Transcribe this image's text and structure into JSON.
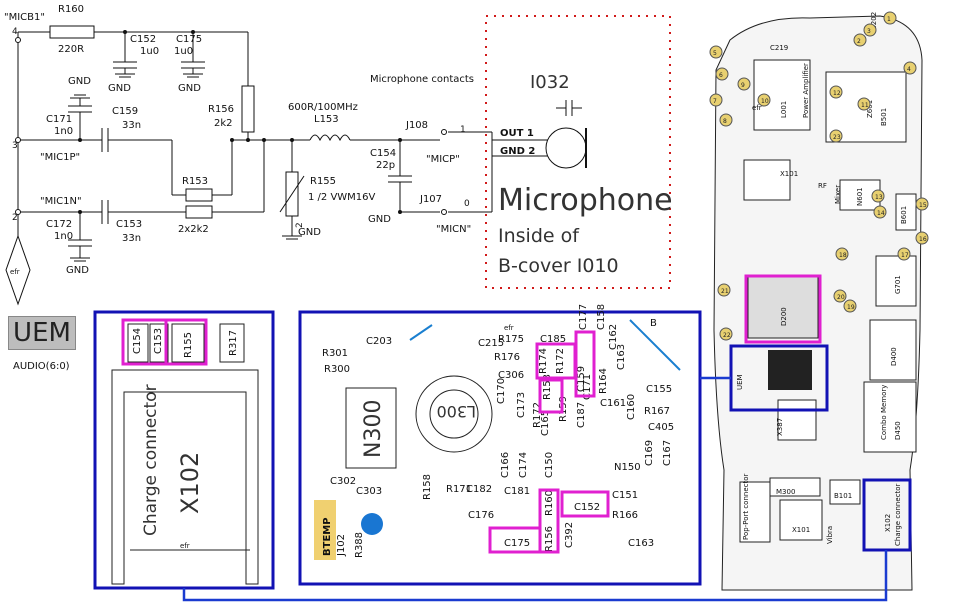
{
  "schematic": {
    "nets": {
      "micb1": "\"MICB1\"",
      "mic1p": "\"MIC1P\"",
      "mic1n": "\"MIC1N\"",
      "micp": "\"MICP\"",
      "micn": "\"MICN\""
    },
    "pins": {
      "p4": "4",
      "p3": "3",
      "p2": "2",
      "j108_pin": "1",
      "j107_pin": "0",
      "r155_pin2": "2"
    },
    "gnd": "GND",
    "components": {
      "r160": "R160",
      "r160_val": "220R",
      "c152": "C152",
      "c152_val": "1u0",
      "c175": "C175",
      "c175_val": "1u0",
      "c171": "C171",
      "c171_val": "1n0",
      "c159": "C159",
      "c159_val": "33n",
      "r156": "R156",
      "r156_val": "2k2",
      "r153": "R153",
      "r153_val": "2x2k2",
      "c172": "C172",
      "c172_val": "1n0",
      "c153": "C153",
      "c153_val": "33n",
      "l153": "L153",
      "l153_val": "600R/100MHz",
      "c154": "C154",
      "c154_val": "22p",
      "r155": "R155",
      "r155_val": "1 /2 VWM16V",
      "j108": "J108",
      "j107": "J107"
    },
    "efr": "efr",
    "mic_contacts": "Microphone contacts",
    "mic_ref": "I032",
    "mic_out": "OUT  1",
    "mic_gnd": "GND  2",
    "mic_title": "Microphone",
    "mic_sub1": "Inside of",
    "mic_sub2": "B-cover I010"
  },
  "uem": {
    "title": "UEM",
    "subtitle": "AUDIO(6:0)"
  },
  "left_pcb": {
    "parts": [
      "C154",
      "C153",
      "R155",
      "R317"
    ],
    "connector_label": "Charge connector",
    "connector_ref": "X102",
    "efr": "efr"
  },
  "mid_pcb": {
    "labels": [
      "C203",
      "C215",
      "R175",
      "C185",
      "C177",
      "C158",
      "R301",
      "R176",
      "R174",
      "C163",
      "C162",
      "B",
      "R300",
      "C306",
      "R172",
      "C159",
      "R164",
      "C170",
      "C173",
      "C171",
      "C155",
      "R153",
      "C161",
      "C160",
      "R167",
      "C165",
      "R159",
      "C187",
      "C405",
      "C166",
      "C174",
      "R172",
      "C169",
      "C167",
      "N150",
      "C150",
      "R158",
      "R171",
      "C182",
      "C181",
      "C151",
      "C302",
      "C303",
      "C176",
      "R160",
      "C152",
      "R166",
      "J102",
      "R388",
      "R156",
      "C392",
      "C175",
      "C163"
    ],
    "n300": "N300",
    "l300": "L300",
    "btemp": "BTEMP",
    "efr": "efr"
  },
  "phone_board": {
    "labels": [
      "B202",
      "C219",
      "L001",
      "Power Amplifier",
      "efr",
      "Z601",
      "B501",
      "X101",
      "Mixer",
      "N601",
      "B601",
      "G701",
      "D200",
      "D400",
      "UEM",
      "X387",
      "D450",
      "Combo Memory",
      "M300",
      "B101",
      "X101",
      "X102",
      "Vibra",
      "Pop-Port connector",
      "Charge connector",
      "RF"
    ],
    "callouts": [
      "1",
      "2",
      "3",
      "4",
      "5",
      "6",
      "7",
      "8",
      "9",
      "10",
      "11",
      "12",
      "13",
      "14",
      "15",
      "16",
      "17",
      "18",
      "19",
      "20",
      "21",
      "22",
      "23"
    ]
  },
  "colors": {
    "highlight": "#e020d0",
    "frame": "#1212b4",
    "connector": "#1a3bd0",
    "dotted": "#d11a1a",
    "btemp_bg": "#f0d070",
    "j102_dot": "#1976d2"
  }
}
